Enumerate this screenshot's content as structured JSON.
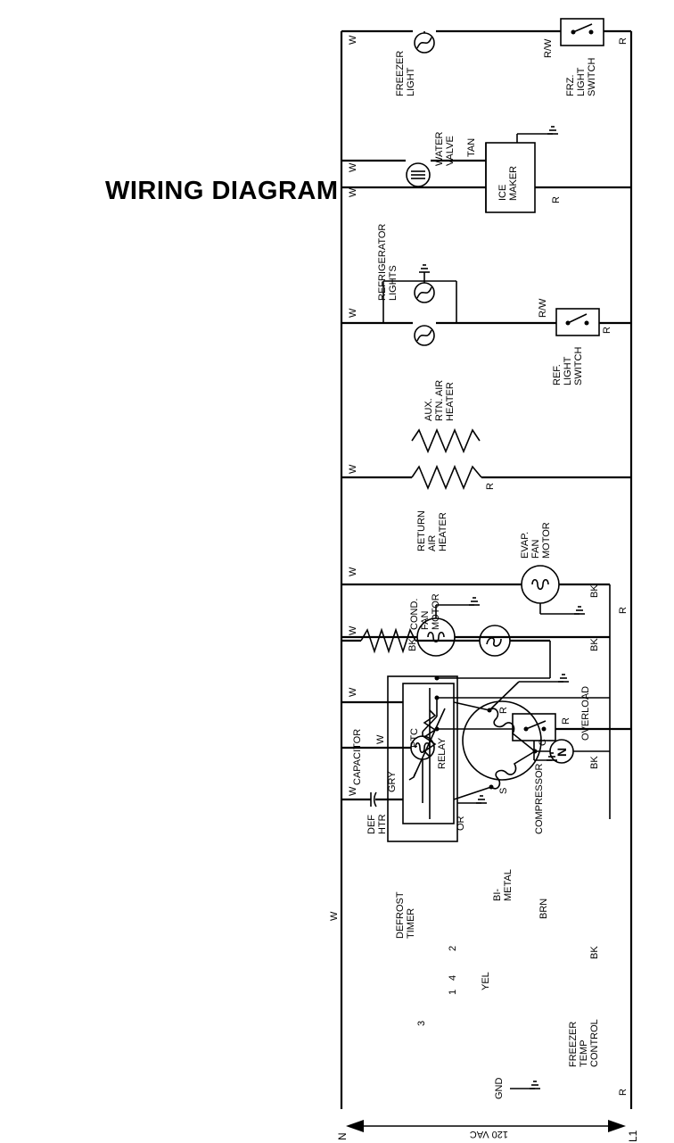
{
  "title": "WIRING DIAGRAM",
  "colors": {
    "line": "#000000",
    "background": "#ffffff"
  },
  "components": {
    "freezer_light": [
      "FREEZER",
      "LIGHT"
    ],
    "frz_light_switch": [
      "FRZ.",
      "LIGHT",
      "SWITCH"
    ],
    "water_valve": [
      "WATER",
      "VALVE"
    ],
    "ice_maker": [
      "ICE",
      "MAKER"
    ],
    "refrigerator_lights": [
      "REFRIGERATOR",
      "LIGHTS"
    ],
    "ref_light_switch": [
      "REF.",
      "LIGHT",
      "SWITCH"
    ],
    "aux_heater": [
      "AUX.",
      "RTN. AIR",
      "HEATER"
    ],
    "return_heater": [
      "RETURN",
      "AIR",
      "HEATER"
    ],
    "evap_fan": [
      "EVAP.",
      "FAN",
      "MOTOR"
    ],
    "cond_fan": [
      "COND.",
      "FAN",
      "MOTOR"
    ],
    "capacitor": "CAPACITOR",
    "ptc": "PTC",
    "relay": "RELAY",
    "overload": "OVERLOAD",
    "compressor": "COMPRESSOR",
    "def_htr": [
      "DEF",
      "HTR"
    ],
    "bi_metal": [
      "BI-",
      "METAL"
    ],
    "defrost_timer": [
      "DEFROST",
      "TIMER"
    ],
    "freezer_temp_control": [
      "FREEZER",
      "TEMP",
      "CONTROL"
    ],
    "gnd": "GND"
  },
  "wire_labels": {
    "W": "W",
    "R": "R",
    "RW": "R/W",
    "TAN": "TAN",
    "BK": "BK",
    "GRY": "GRY",
    "OR": "OR",
    "BRN": "BRN",
    "YEL": "YEL",
    "term_R": "R",
    "term_C": "C",
    "term_S": "S",
    "overload_N": "N",
    "timer_1": "1",
    "timer_2": "2",
    "timer_3": "3",
    "timer_4": "4"
  },
  "rails": {
    "neutral": "N",
    "line": "L1",
    "voltage": "120 VAC"
  }
}
